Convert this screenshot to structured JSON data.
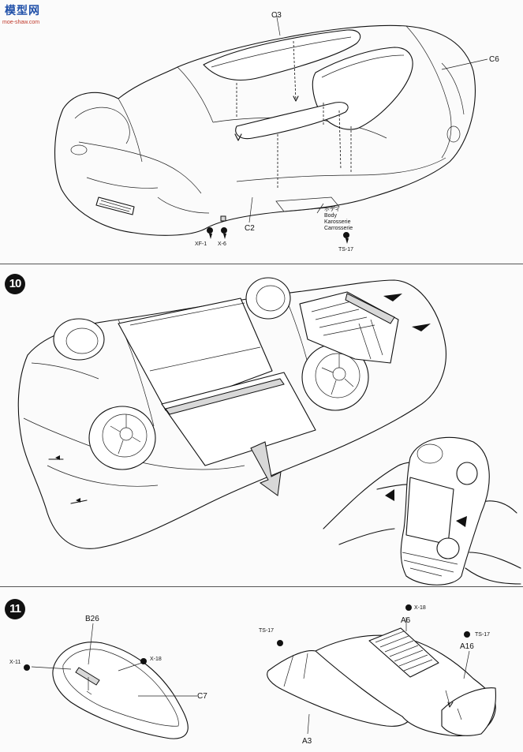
{
  "watermark": {
    "brand": "模型网",
    "url": "moe-shaw.com"
  },
  "section_top": {
    "labels": {
      "c3": "C3",
      "c6": "C6",
      "c2": "C2"
    },
    "body_label": [
      "ボディ",
      "Body",
      "Karosserie",
      "Carrosserie"
    ],
    "screws": {
      "xf1": "XF-1",
      "x6": "X-6",
      "ts17": "TS-17"
    }
  },
  "step10": {
    "number": "10"
  },
  "step11": {
    "number": "11",
    "labels": {
      "b26": "B26",
      "x11": "X-11",
      "x18a": "X-18",
      "c7": "C7",
      "ts17a": "TS-17",
      "x18b": "X-18",
      "a6": "A6",
      "ts17b": "TS-17",
      "a16": "A16",
      "a3": "A3"
    }
  }
}
